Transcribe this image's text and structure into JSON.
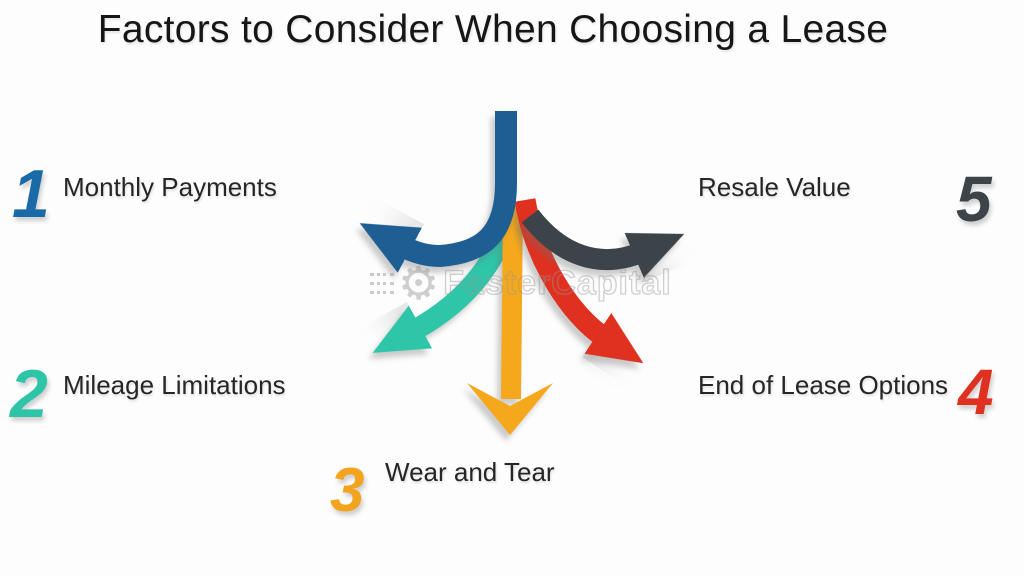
{
  "title": "Factors to Consider When Choosing a Lease",
  "watermark": {
    "text": "FasterCapital"
  },
  "factors": [
    {
      "number": "1",
      "label": "Monthly Payments",
      "color": "#1B6AA8",
      "position": "left-top"
    },
    {
      "number": "2",
      "label": "Mileage Limitations",
      "color": "#2EC4A8",
      "position": "left-bottom"
    },
    {
      "number": "3",
      "label": "Wear and Tear",
      "color": "#F2A41E",
      "position": "bottom-center"
    },
    {
      "number": "4",
      "label": "End of Lease Options",
      "color": "#E03120",
      "position": "right-bottom"
    },
    {
      "number": "5",
      "label": "Resale Value",
      "color": "#3C4449",
      "position": "right-top"
    }
  ],
  "diagram": {
    "center_arrows": [
      {
        "name": "blue-arrow",
        "direction": "left",
        "color": "#1E5E93"
      },
      {
        "name": "teal-arrow",
        "direction": "down-left",
        "color": "#2EC5A8"
      },
      {
        "name": "orange-arrow",
        "direction": "down",
        "color": "#F5A81C"
      },
      {
        "name": "red-arrow",
        "direction": "down-right",
        "color": "#E03120"
      },
      {
        "name": "dark-arrow",
        "direction": "up-right",
        "color": "#3C4449"
      }
    ]
  }
}
